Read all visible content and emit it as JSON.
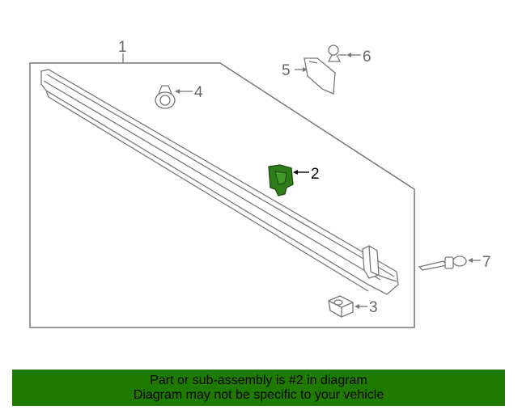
{
  "callouts": [
    {
      "number": "1"
    },
    {
      "number": "2"
    },
    {
      "number": "3"
    },
    {
      "number": "4"
    },
    {
      "number": "5"
    },
    {
      "number": "6"
    },
    {
      "number": "7"
    }
  ],
  "highlight": {
    "part": "2",
    "color": "#2e7d1a"
  },
  "colors": {
    "line": "#777777",
    "banner": "#1f7a00"
  },
  "banner": {
    "line1": "Part or sub-assembly is #2 in diagram",
    "line2": "Diagram may not be specific to your vehicle"
  }
}
